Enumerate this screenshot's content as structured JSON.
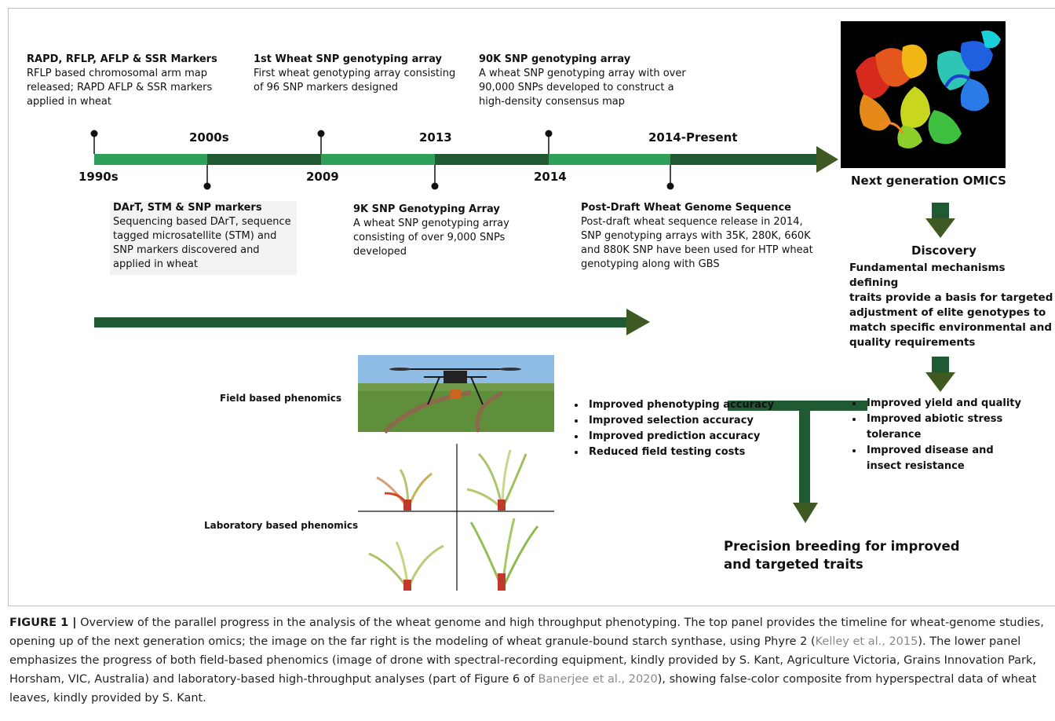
{
  "timeline": {
    "years_top": [
      "2000s",
      "2013",
      "2014-Present"
    ],
    "years_bottom": [
      "1990s",
      "2009",
      "2014"
    ],
    "events_top": [
      {
        "title": "RAPD, RFLP, AFLP & SSR Markers",
        "text": "RFLP based chromosomal arm map\nreleased; RAPD AFLP & SSR  markers\napplied in wheat"
      },
      {
        "title": "1st Wheat SNP genotyping array",
        "text": "First wheat genotyping array consisting\nof 96 SNP markers designed"
      },
      {
        "title": "90K SNP genotyping array",
        "text": "A wheat SNP genotyping array with over\n90,000 SNPs developed to construct a\nhigh-density consensus map"
      }
    ],
    "events_bottom": [
      {
        "title": "DArT, STM & SNP markers",
        "text": "Sequencing based DArT, sequence\ntagged microsatellite (STM) and\nSNP markers discovered and\napplied in wheat"
      },
      {
        "title": "9K SNP Genotyping Array",
        "text": "A wheat SNP genotyping array\nconsisting of over 9,000 SNPs\ndeveloped"
      },
      {
        "title": "Post-Draft Wheat Genome Sequence",
        "text": "Post-draft wheat sequence release in 2014,\nSNP genotyping arrays with 35K, 280K, 660K\nand 880K SNP have been used for HTP wheat\ngenotyping along with GBS"
      }
    ]
  },
  "omics": {
    "label": "Next generation OMICS",
    "discovery_title": "Discovery",
    "discovery_text": "Fundamental mechanisms defining\ntraits provide a basis for targeted\nadjustment of elite genotypes to\nmatch specific environmental and\nquality requirements"
  },
  "phenomics": {
    "field_label": "Field based phenomics",
    "lab_label": "Laboratory based phenomics",
    "benefits": [
      "Improved phenotyping accuracy",
      "Improved selection accuracy",
      "Improved prediction accuracy",
      "Reduced field testing costs"
    ]
  },
  "outcomes": [
    "Improved yield and quality",
    "Improved abiotic stress tolerance",
    "Improved disease and insect resistance"
  ],
  "precision": "Precision breeding for improved\nand targeted traits",
  "caption": {
    "figure_label": "FIGURE 1  |",
    "text_1": " Overview of the parallel progress in the analysis of the wheat genome and high throughput phenotyping. The top panel provides the timeline for wheat-genome studies, opening up of the next generation omics; the image on the far right is the modeling of wheat granule-bound starch synthase, using Phyre 2 (",
    "ref_1": "Kelley et al., 2015",
    "text_2": "). The lower panel emphasizes the progress of both field-based phenomics (image of drone with spectral-recording equipment, kindly provided by S. Kant, Agriculture Victoria, Grains Innovation Park, Horsham, VIC, Australia) and laboratory-based high-throughput analyses (part of Figure 6 of ",
    "ref_2": "Banerjee et al., 2020",
    "text_3": "), showing false-color composite from hyperspectral data of wheat leaves, kindly provided by S. Kant."
  },
  "colors": {
    "dark_green": "#1f5a33",
    "light_green": "#2fa05a",
    "olive_arrow": "#3e5a22"
  }
}
